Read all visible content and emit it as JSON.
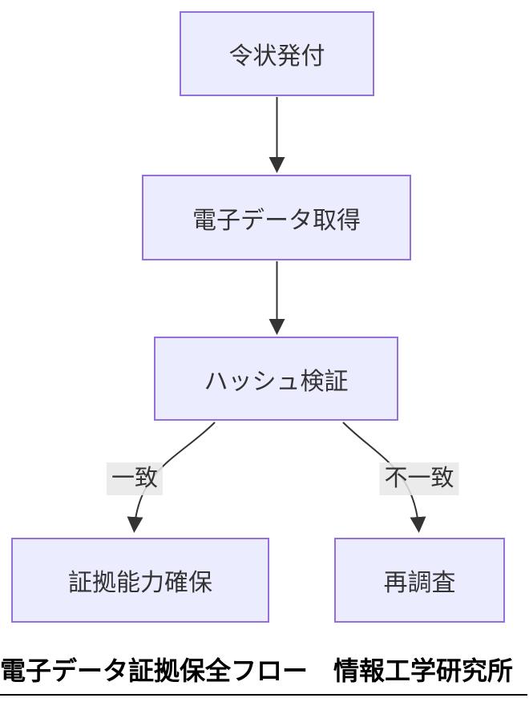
{
  "diagram": {
    "type": "flowchart",
    "direction": "top-down",
    "nodes": [
      {
        "id": "warrant",
        "label": "令状発付"
      },
      {
        "id": "acquire",
        "label": "電子データ取得"
      },
      {
        "id": "hash",
        "label": "ハッシュ検証"
      },
      {
        "id": "evidence",
        "label": "証拠能力確保"
      },
      {
        "id": "reinvestigate",
        "label": "再調査"
      }
    ],
    "edges": [
      {
        "from": "warrant",
        "to": "acquire",
        "label": ""
      },
      {
        "from": "acquire",
        "to": "hash",
        "label": ""
      },
      {
        "from": "hash",
        "to": "evidence",
        "label": "一致"
      },
      {
        "from": "hash",
        "to": "reinvestigate",
        "label": "不一致"
      }
    ],
    "colors": {
      "node_fill": "#ECECFF",
      "node_border": "#9370DB",
      "node_text": "#333333",
      "edge_stroke": "#333333",
      "edge_label_background": "#E8E8E8",
      "edge_label_text": "#333333",
      "caption_text": "#000000"
    }
  },
  "caption": {
    "text": "電子データ証拠保全フロー　情報工学研究所"
  }
}
